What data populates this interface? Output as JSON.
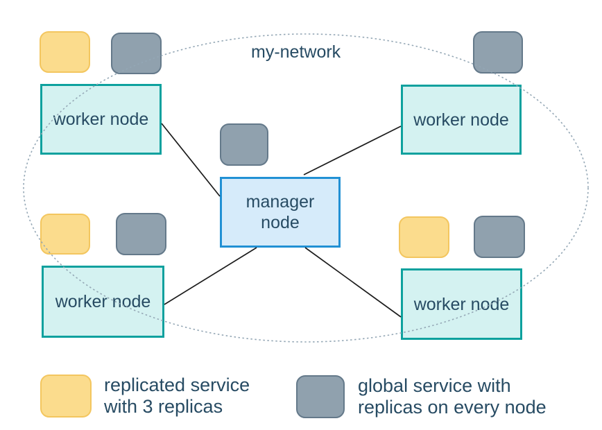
{
  "diagram": {
    "network_label": "my-network",
    "manager_node": {
      "line1": "manager",
      "line2": "node"
    },
    "worker_nodes": [
      {
        "label": "worker node"
      },
      {
        "label": "worker node"
      },
      {
        "label": "worker node"
      },
      {
        "label": "worker node"
      }
    ],
    "icons": {
      "replicated_service": "replicated-service-icon",
      "global_service": "global-service-icon"
    }
  },
  "legend": {
    "replicated": {
      "line1": "replicated service",
      "line2": "with 3 replicas"
    },
    "global": {
      "line1": "global service with",
      "line2": "replicas on every node"
    }
  },
  "colors": {
    "worker_fill": "#d4f2f1",
    "worker_border": "#0da19e",
    "manager_fill": "#d6ebfa",
    "manager_border": "#2190d4",
    "replicated_fill": "#fbdc8d",
    "replicated_border": "#f3c65f",
    "global_fill": "#90a1ae",
    "global_border": "#64798a",
    "network_dash": "#94a7b5",
    "link_line": "#1c1c1c",
    "text": "#274b63"
  }
}
